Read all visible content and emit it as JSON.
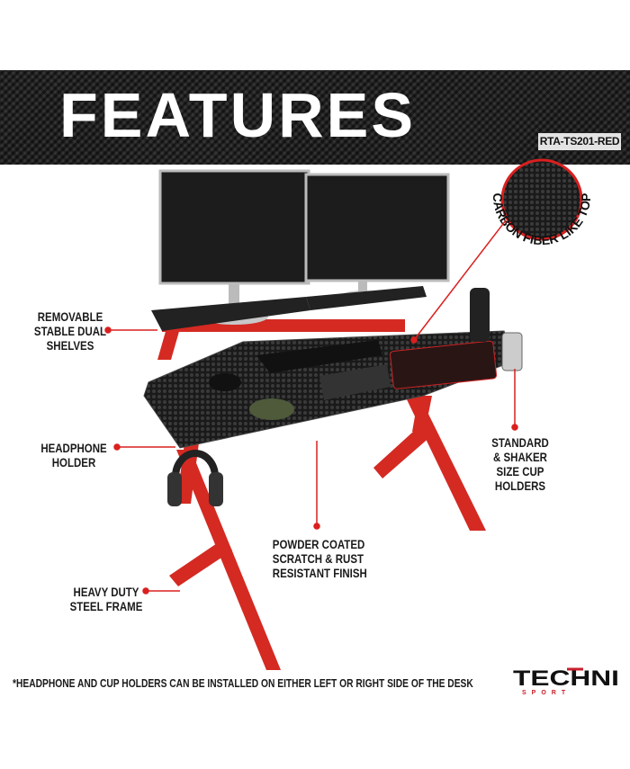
{
  "banner": {
    "title": "FEATURES",
    "model": "RTA-TS201-RED"
  },
  "callouts": {
    "carbon": "CARBON FIBER LIKE TOP",
    "shelves": [
      "REMOVABLE",
      "STABLE DUAL",
      "SHELVES"
    ],
    "headphone": [
      "HEADPHONE",
      "HOLDER"
    ],
    "frame": [
      "HEAVY DUTY",
      "STEEL FRAME"
    ],
    "finish": [
      "POWDER COATED",
      "SCRATCH & RUST",
      "RESISTANT FINISH"
    ],
    "cup": [
      "STANDARD",
      "& SHAKER",
      "SIZE CUP",
      "HOLDERS"
    ]
  },
  "footnote": "*HEADPHONE AND CUP HOLDERS CAN BE INSTALLED ON EITHER LEFT OR RIGHT SIDE OF THE DESK",
  "logo": {
    "main": "TECHNI",
    "sub": "SPORT"
  },
  "colors": {
    "accent": "#d9201f",
    "frame": "#d42a22",
    "desk": "#1e1e1e"
  }
}
